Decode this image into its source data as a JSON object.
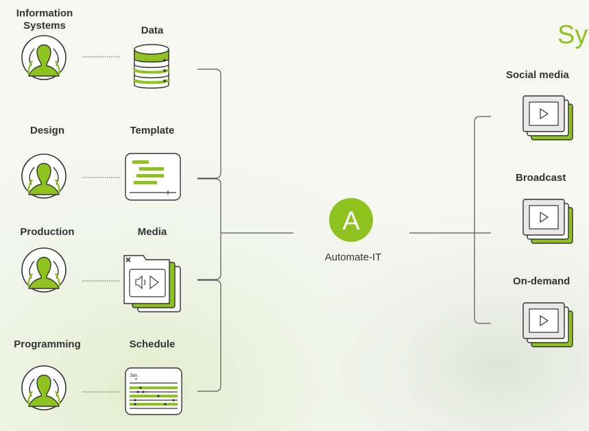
{
  "brand_fragment": "Sy",
  "sources": [
    {
      "role": "Information Systems",
      "asset": "Data"
    },
    {
      "role": "Design",
      "asset": "Template"
    },
    {
      "role": "Production",
      "asset": "Media"
    },
    {
      "role": "Programming",
      "asset": "Schedule"
    }
  ],
  "source_role_lines": {
    "line1": "Information",
    "line2": "Systems"
  },
  "hub": {
    "letter": "A",
    "label": "Automate-IT"
  },
  "schedule_icon_text": "Jan.",
  "outputs": [
    {
      "label": "Social media"
    },
    {
      "label": "Broadcast"
    },
    {
      "label": "On-demand"
    }
  ],
  "colors": {
    "accent": "#8dc21f",
    "text": "#333333",
    "line": "#555555"
  },
  "icons": [
    "person-icon",
    "database-icon",
    "template-icon",
    "media-folder-icon",
    "schedule-icon",
    "video-player-icon",
    "automate-it-logo"
  ]
}
